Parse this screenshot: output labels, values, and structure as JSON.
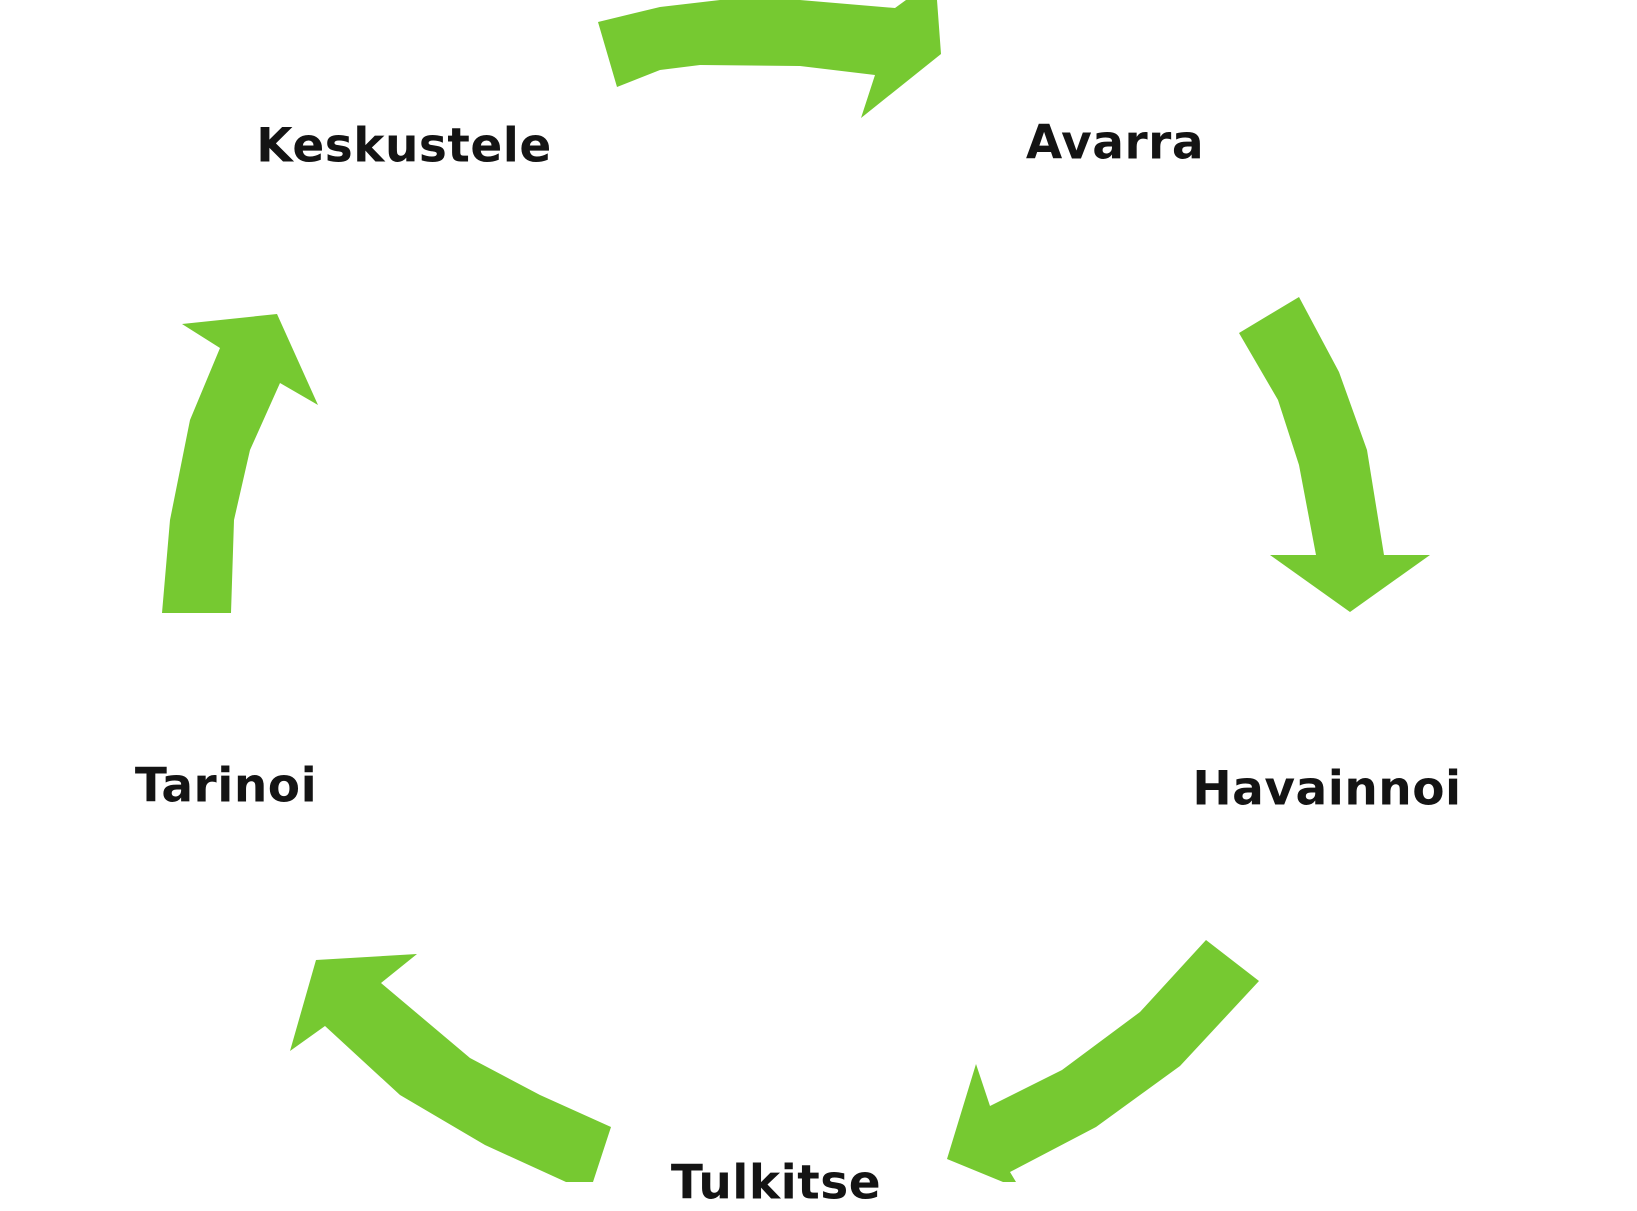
{
  "diagram": {
    "type": "cycle",
    "arrow_color": "#76C931",
    "label_color": "#141414",
    "steps": [
      {
        "label": "Avarra"
      },
      {
        "label": "Havainnoi"
      },
      {
        "label": "Tulkitse"
      },
      {
        "label": "Tarinoi"
      },
      {
        "label": "Keskustele"
      }
    ]
  }
}
